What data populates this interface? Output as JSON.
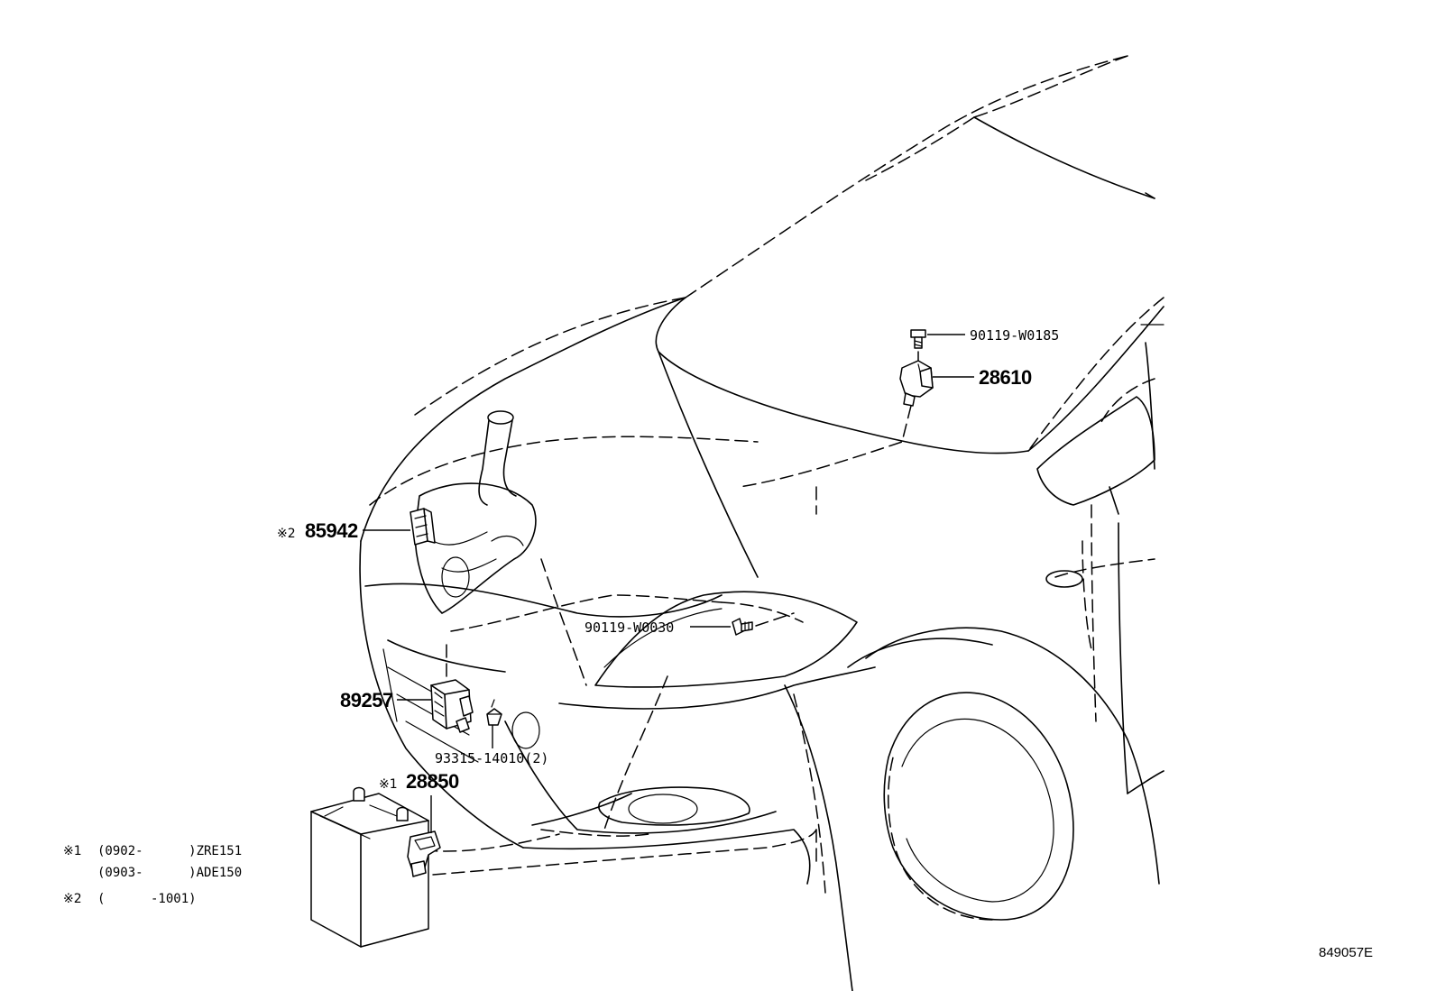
{
  "diagram": {
    "callouts": [
      {
        "id": "bolt_top",
        "part": "90119-W0185",
        "mark": ""
      },
      {
        "id": "sensor_top",
        "part": "28610",
        "mark": ""
      },
      {
        "id": "ecu_left",
        "part": "85942",
        "mark": "※2"
      },
      {
        "id": "bolt_mid",
        "part": "90119-W0030",
        "mark": ""
      },
      {
        "id": "module",
        "part": "89257",
        "mark": ""
      },
      {
        "id": "bolt_lower",
        "part": "93315-14010(2)",
        "mark": ""
      },
      {
        "id": "battery_sensor",
        "part": "28850",
        "mark": "※1"
      }
    ],
    "notes": [
      {
        "mark": "※1",
        "text": "(0902-      )ZRE151"
      },
      {
        "mark": "",
        "text": "(0903-      )ADE150"
      },
      {
        "mark": "※2",
        "text": "(      -1001)"
      }
    ],
    "diagram_code": "849057E"
  }
}
